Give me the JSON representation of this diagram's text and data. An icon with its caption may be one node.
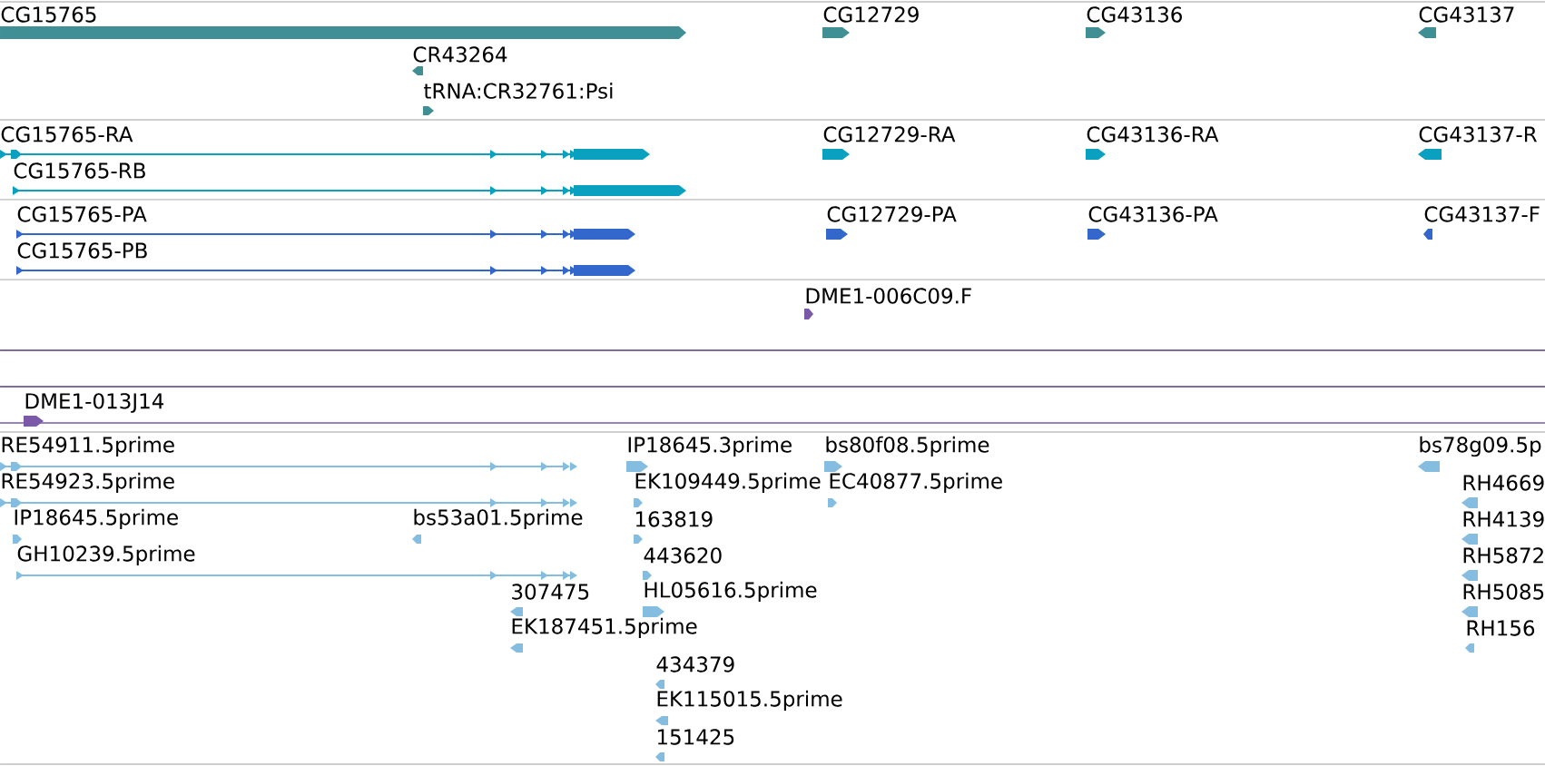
{
  "diagram": {
    "labels": [
      "CG15765",
      "CR43264",
      "tRNA:CR32761:Psi",
      "CG12729",
      "CG43136",
      "CG43137",
      "CG15765-RA",
      "CG15765-RB",
      "CG12729-RA",
      "CG43136-RA",
      "CG43137-R",
      "CG15765-PA",
      "CG15765-PB",
      "CG12729-PA",
      "CG43136-PA",
      "CG43137-F",
      "DME1-006C09.F",
      "DME1-013J14",
      "RE54911.5prime",
      "RE54923.5prime",
      "IP18645.5prime",
      "GH10239.5prime",
      "bs53a01.5prime",
      "307475",
      "EK187451.5prime",
      "IP18645.3prime",
      "EK109449.5prime",
      "163819",
      "443620",
      "HL05616.5prime",
      "434379",
      "EK115015.5prime",
      "151425",
      "bs80f08.5prime",
      "EC40877.5prime",
      "bs78g09.5p",
      "RH4669",
      "RH4139",
      "RH5872",
      "RH5085",
      "RH156"
    ]
  }
}
